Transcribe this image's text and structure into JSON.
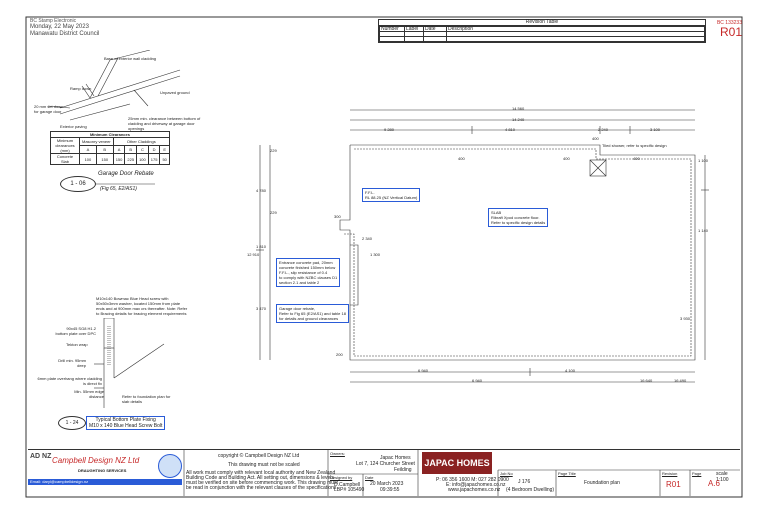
{
  "stamp": {
    "line1": "BC Stamp Electronic",
    "line2": "Monday, 22 May 2023",
    "line3": "Manawatu District Council"
  },
  "revision": {
    "title": "Revision Table",
    "cols": [
      "Number",
      "Label",
      "Date",
      "Description"
    ]
  },
  "consent": {
    "number": "BC 133233",
    "rev": "R01"
  },
  "detail1": {
    "labels": [
      "Base of exterior wall cladding",
      "Ramp down",
      "Unpaved ground",
      "20 mm set down for garage door",
      "Exterior paving",
      "25mm min. clearance between bottom of cladding and driveway at garage door openings"
    ],
    "table_title": "Minimum Clearances",
    "head": [
      "Minimum clearances (mm)",
      "Masonry veneer",
      "Other Claddings"
    ],
    "sub": [
      "A",
      "B",
      "A",
      "B",
      "C",
      "D",
      "E"
    ],
    "row_label": "Concrete Slab",
    "row": [
      "100",
      "150",
      "150",
      "225",
      "100",
      "175",
      "50"
    ],
    "ref": "1 - 06",
    "title": "Garage Door Rebate",
    "subtitle": "(Fig 65, E2/AS1)"
  },
  "detail2": {
    "labels": [
      "M10x140 Bowmac Blue Head screw with 50x50x3mm washer, located 150mm from plate ends and at 900mm max crs thereafter. Note: Refer to Bracing details for bracing element requirements",
      "90x45 SG8 H1.2 bottom plate over DPC",
      "Tekton wrap",
      "Drill min. 95mm deep",
      "6mm plate overhang where cladding is direct fix",
      "Min. 55mm edge distance",
      "Refer to foundation plan for slab details"
    ],
    "ref": "1 - 24",
    "caption1": "Typical Bottom Plate Fixing",
    "caption2": "M10 x 140 Blue Head Screw Bolt"
  },
  "plan": {
    "dims_top": [
      "14 560",
      "14 240",
      "9 280",
      "4 810",
      "2 240",
      "3 100"
    ],
    "dims_bottom": [
      "6 940",
      "4 100",
      "6 940",
      "16 640",
      "16 490"
    ],
    "dims_left": [
      "4 780",
      "12 910",
      "229",
      "229",
      "1 810",
      "3 470"
    ],
    "dims_right": [
      "1 100",
      "1 140",
      "3 930"
    ],
    "small": [
      "2 340",
      "1 300",
      "300",
      "400",
      "400",
      "400",
      "400",
      "200"
    ],
    "shower": "Tiled shower, refer to specific design",
    "ffl1": "F.F.L.",
    "ffl2": "RL 88.25 (NZ Vertical Datum)",
    "slab": [
      "SLAB",
      "Ribraft Xpod concrete floor.",
      "Refer to specific design details"
    ],
    "entrance": [
      "Entrance concrete pad, 20mm",
      "concrete finished 150mm below",
      "F.F.L., slip resistance of 0.4",
      "to comply with NZBC clauses D1",
      "section 2.1 and table 2"
    ],
    "garage": [
      "Garage door rebate,",
      "Refer to Fig 65 (E2/AS1) and table 18",
      "for details and ground clearances"
    ]
  },
  "titleblock": {
    "ad": "AD NZ",
    "company": "Campbell Design NZ Ltd",
    "company_sub": "DRAUGHTING SERVICES",
    "email": "Email: daryl@campbelldesign.nz",
    "copyright": "copyright © Campbell Design NZ Ltd",
    "not_scaled": "This drawing must not be scaled",
    "terms": [
      "All work must comply with relevant local authority and New Zealand",
      "Building Code and Building Act. All setting out, dimensions & levels",
      "must be verified on site before commencing work. This drawing must",
      "be read in conjunction with the relevant clauses of the specifications"
    ],
    "owners_label": "Owners:",
    "owner": "Japac Homes",
    "address1": "Lot 7, 124 Churcher Street",
    "address2": "Feilding",
    "designed_label": "Designed by",
    "designer1": "D.Campbell",
    "designer2": "LBP# 105490",
    "date_label": "Date",
    "date": "20 March 2023",
    "time": "09:39:55",
    "logo": "JAPAC HOMES",
    "contact1": "P: 06 356 1600  M: 027 282 0900",
    "contact2": "E: info@japachomes.co.nz",
    "contact3": "www.japachomes.co.nz",
    "jobno_label": "Job No",
    "jobno": "J 176",
    "job_sub": "(4 Bedroom Dwelling)",
    "pagetitle_label": "Page Title",
    "pagetitle": "Foundation plan",
    "revision_label": "Revision",
    "revision": "R01",
    "page_label": "Page",
    "page": "A.6",
    "scale": "scale 1:100"
  }
}
